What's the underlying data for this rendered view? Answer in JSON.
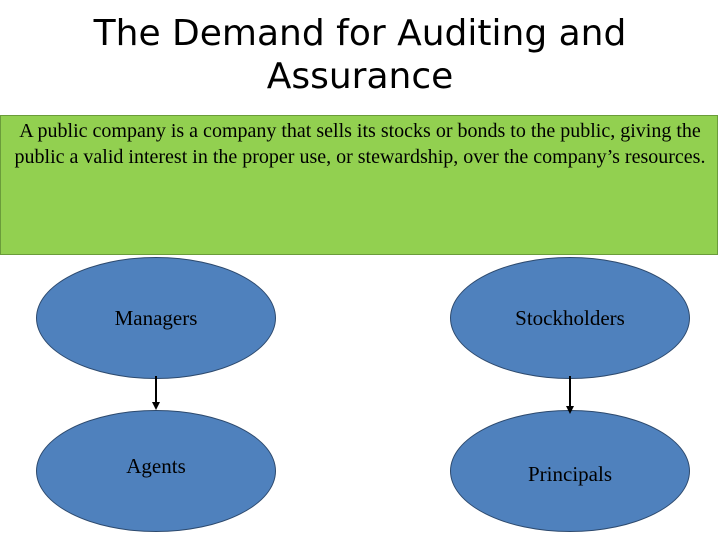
{
  "slide": {
    "title_line1": "The Demand for Auditing and",
    "title_line2": "Assurance",
    "definition": "A public company is a company that sells its stocks or bonds to the public, giving the public a valid interest in the proper use, or stewardship, over the company’s resources."
  },
  "diagram": {
    "managers": "Managers",
    "stockholders": "Stockholders",
    "agents": "Agents",
    "principals": "Principals"
  },
  "colors": {
    "green_box": "#92d050",
    "ellipse_fill": "#4f81bd",
    "ellipse_border": "#2d4a6e",
    "arrow": "#000000"
  }
}
